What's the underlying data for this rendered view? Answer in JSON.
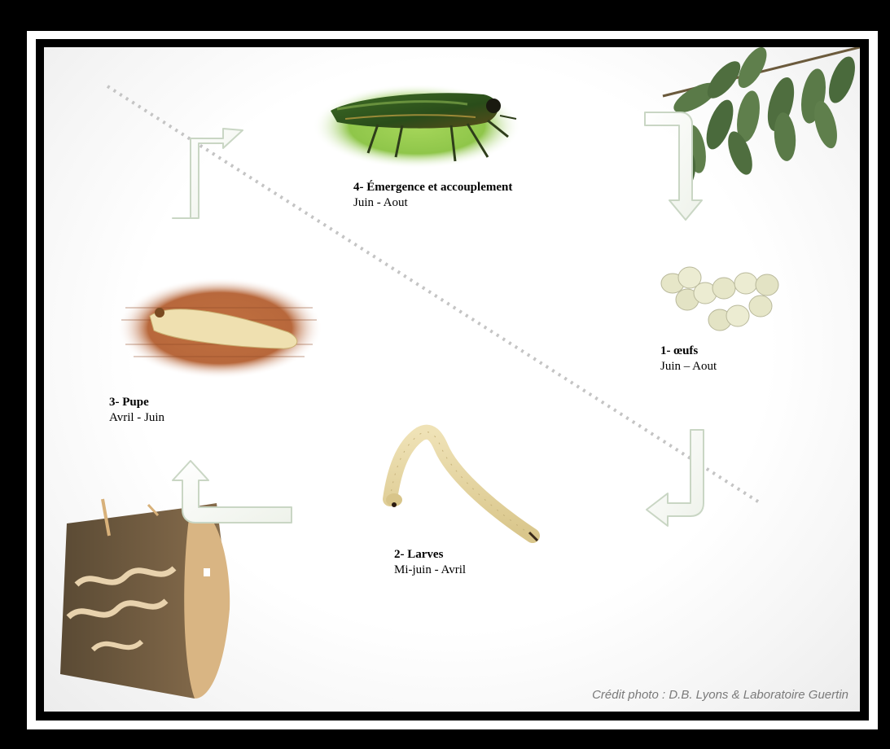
{
  "stages": [
    {
      "number": "1-",
      "name": "œufs",
      "period": "Juin – Aout"
    },
    {
      "number": "2-",
      "name": "Larves",
      "period": "Mi-juin - Avril"
    },
    {
      "number": "3-",
      "name": "Pupe",
      "period": "Avril - Juin"
    },
    {
      "number": "4-",
      "name": "Émergence et accouplement",
      "period": "Juin - Aout"
    }
  ],
  "labels": {
    "eggs_title": "1- œufs",
    "larvae_title": "2- Larves",
    "pupa_title": "3- Pupe",
    "adult_title": "4- Émergence et accouplement"
  },
  "credit": "Crédit photo : D.B. Lyons & Laboratoire Guertin",
  "images": {
    "leaves": "ash-leaves-image",
    "beetle": "emerald-ash-borer-adult-image",
    "eggs": "eggs-image",
    "larva": "larva-image",
    "pupa": "pupa-image",
    "log": "ash-log-galleries-image"
  },
  "colors": {
    "background": "#000000",
    "panel": "#ffffff",
    "beetle_green": "#2f5a1e",
    "leaf_green": "#5f7f4c",
    "larva": "#e8d7a2",
    "wood": "#b7683f",
    "arrow_stroke": "#c9d6c4",
    "dotted_line": "#c4c4c4"
  }
}
